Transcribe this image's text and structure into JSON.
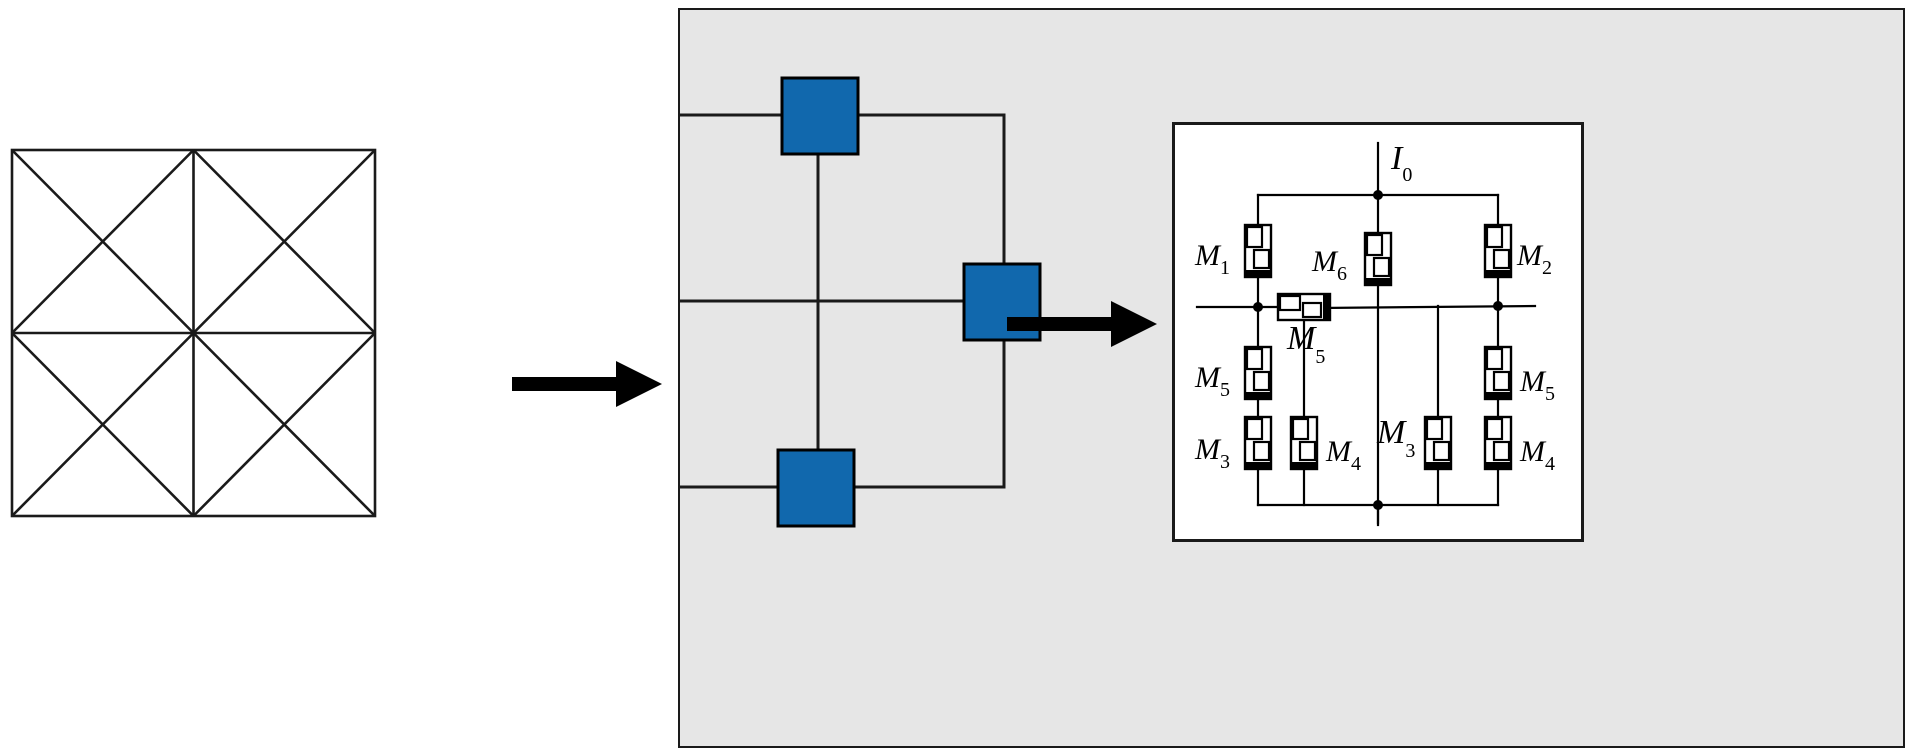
{
  "figure": {
    "type": "pipeline-diagram",
    "panels": [
      "mesh-unit-cell",
      "node-network",
      "memristor-circuit"
    ],
    "background": "#ffffff",
    "panel_bg": "#e6e6e6",
    "node_color": "#1168ad",
    "line_color": "#1a1a1a"
  },
  "mesh": {
    "name": "mesh-unit-cell",
    "rows": 2,
    "cols": 2,
    "diagonals": "both",
    "stroke": "#1a1a1a"
  },
  "arrows": [
    {
      "name": "arrow-left",
      "direction": "right"
    },
    {
      "name": "arrow-right",
      "direction": "right"
    }
  ],
  "network": {
    "name": "node-network",
    "nodes": [
      {
        "id": "node-north",
        "position": "north",
        "color": "#1168ad"
      },
      {
        "id": "node-east",
        "position": "east",
        "color": "#1168ad"
      },
      {
        "id": "node-south",
        "position": "south",
        "color": "#1168ad"
      },
      {
        "id": "node-west",
        "position": "west",
        "color": "#1168ad"
      }
    ],
    "ring": true,
    "cross_links": true
  },
  "circuit": {
    "name": "memristor-circuit",
    "source_label": "I",
    "source_sub": "0",
    "elements": [
      {
        "id": "m1",
        "label": "M",
        "sub": "1",
        "orientation": "vertical",
        "label_side": "left"
      },
      {
        "id": "m6",
        "label": "M",
        "sub": "6",
        "orientation": "vertical",
        "label_side": "left"
      },
      {
        "id": "m2",
        "label": "M",
        "sub": "2",
        "orientation": "vertical",
        "label_side": "right"
      },
      {
        "id": "m5l",
        "label": "M",
        "sub": "5",
        "orientation": "vertical",
        "label_side": "left"
      },
      {
        "id": "m5h",
        "label": "M",
        "sub": "5",
        "orientation": "horizontal",
        "label_side": "below"
      },
      {
        "id": "m5r",
        "label": "M",
        "sub": "5",
        "orientation": "vertical",
        "label_side": "right"
      },
      {
        "id": "m3l",
        "label": "M",
        "sub": "3",
        "orientation": "vertical",
        "label_side": "left"
      },
      {
        "id": "m4c",
        "label": "M",
        "sub": "4",
        "orientation": "vertical",
        "label_side": "right"
      },
      {
        "id": "m3c",
        "label": "M",
        "sub": "3",
        "orientation": "vertical",
        "label_side": "left"
      },
      {
        "id": "m4r",
        "label": "M",
        "sub": "4",
        "orientation": "vertical",
        "label_side": "right"
      }
    ],
    "symbol": "memristor",
    "junctions": 5
  }
}
